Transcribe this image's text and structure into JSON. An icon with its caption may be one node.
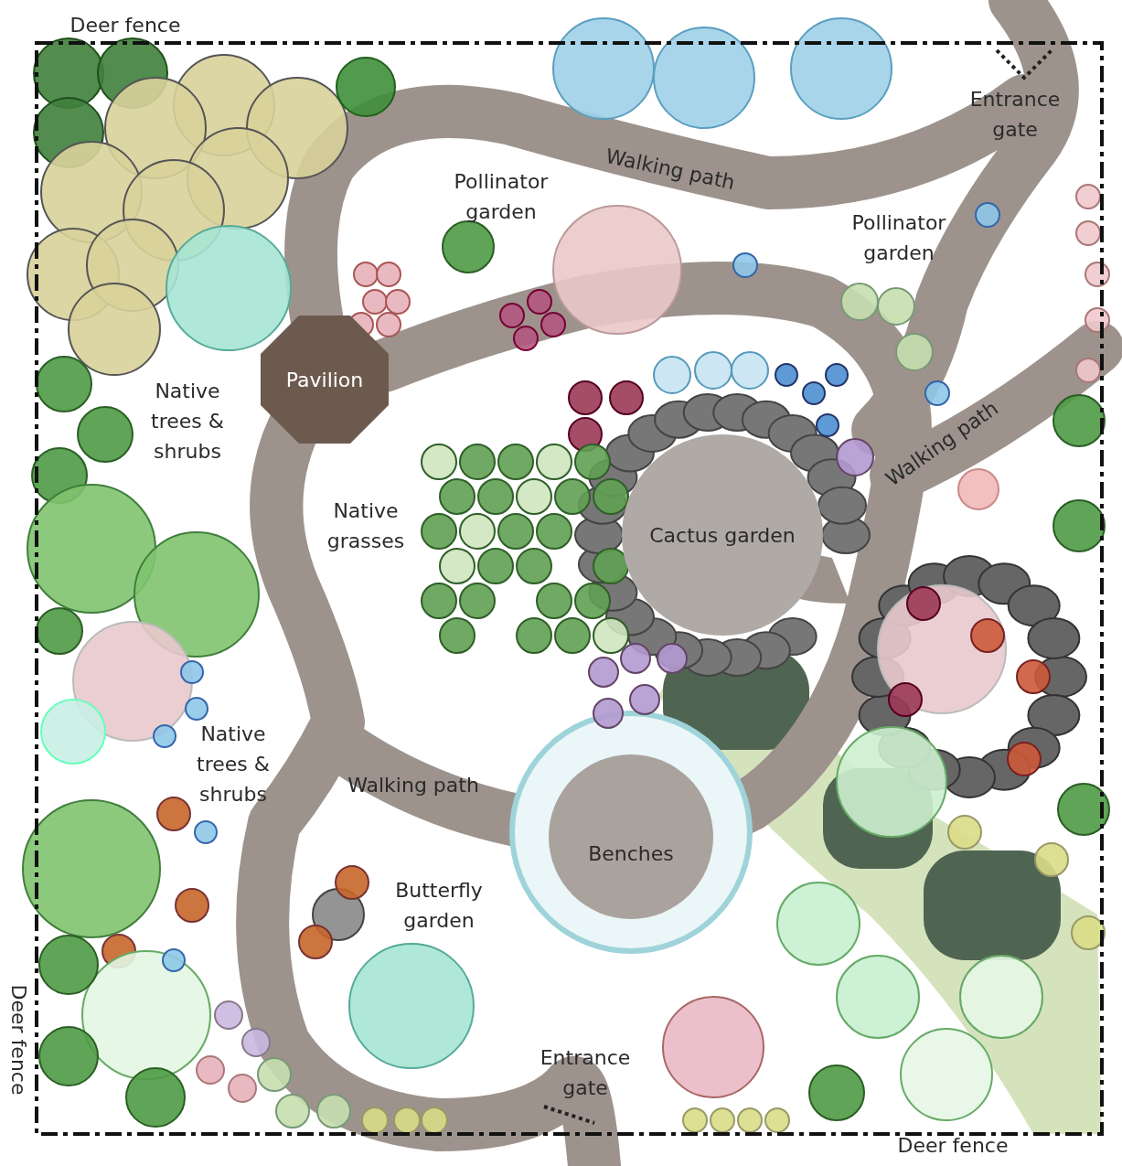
{
  "diagram": {
    "nodes": [
      {
        "text": [
          "Pavilion"
        ]
      },
      {
        "text": [
          "Cactus garden"
        ]
      },
      {
        "text": [
          "Benches"
        ]
      }
    ],
    "labels": [
      "Deer fence",
      "Entrance gate",
      "Walking path",
      "Pollinator garden",
      "Pollinator garden",
      "Native trees & shrubs",
      "Walking path",
      "Native grasses",
      "Native trees & shrubs",
      "Walking path",
      "Butterfly garden",
      "Deer fence",
      "Entrance gate",
      "Deer fence"
    ]
  }
}
